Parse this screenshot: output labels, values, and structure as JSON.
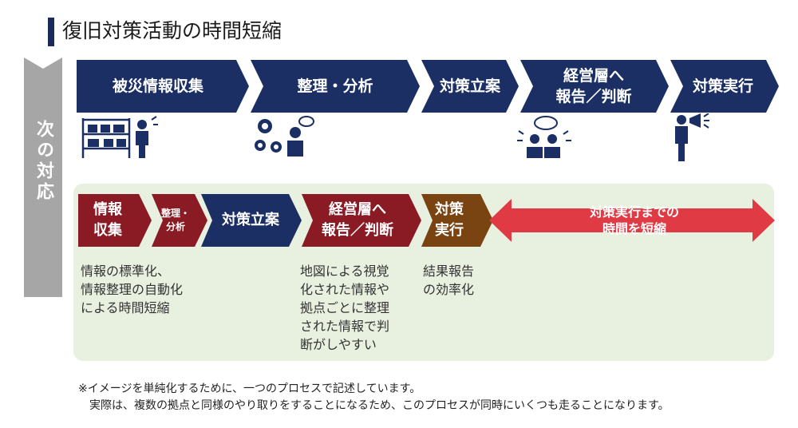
{
  "title": "復旧対策活動の時間短縮",
  "side_label": "次の対応",
  "current_flow": [
    {
      "label": "被災情報収集"
    },
    {
      "label": "整理・分析"
    },
    {
      "label": "対策立案"
    },
    {
      "label": "経営層へ\n報告／判断"
    },
    {
      "label": "対策実行"
    }
  ],
  "icons": {
    "collect": "warehouse-worker-icon",
    "analyze": "gears-thinking-person-icon",
    "report": "meeting-discussion-icon",
    "execute": "megaphone-person-icon"
  },
  "next_flow": [
    {
      "label": "情報\n収集",
      "color": "#8a1a24"
    },
    {
      "label": "整理・\n分析",
      "color": "#8a1a24"
    },
    {
      "label": "対策立案",
      "color": "#1b2f64"
    },
    {
      "label": "経営層へ\n報告／判断",
      "color": "#8a1a24"
    },
    {
      "label": "対策\n実行",
      "color": "#7a4312"
    }
  ],
  "red_arrow_text": "対策実行までの\n時間を短縮",
  "red_arrow_color": "#e03b45",
  "descriptions": [
    "情報の標準化、\n情報整理の自動化\nによる時間短縮",
    "地図による視覚\n化された情報や\n拠点ごとに整理\nされた情報で判\n断がしやすい",
    "結果報告\nの効率化"
  ],
  "note": "※イメージを単純化するために、一つのプロセスで記述しています。\n　実際は、複数の拠点と同様のやり取りをすることになるため、このプロセスが同時にいくつも走ることになります。"
}
